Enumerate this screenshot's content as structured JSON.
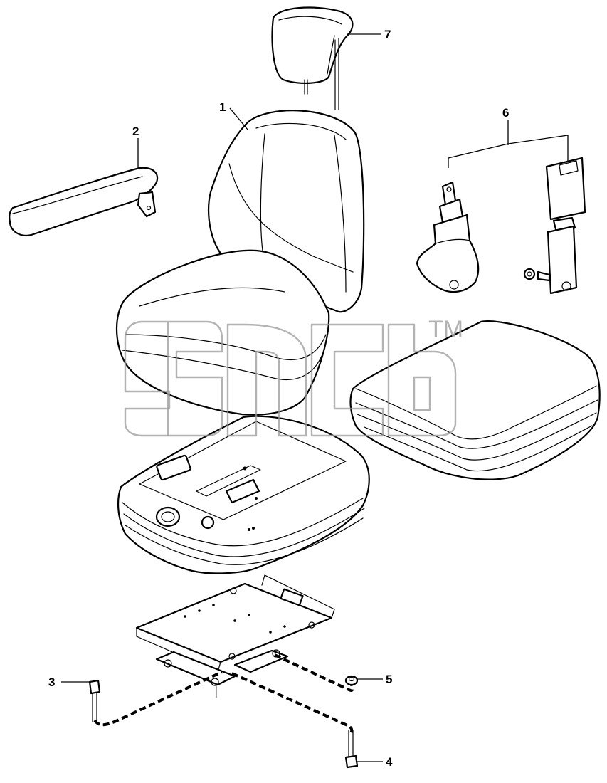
{
  "callouts": [
    {
      "id": "1",
      "label": "1"
    },
    {
      "id": "2",
      "label": "2"
    },
    {
      "id": "3",
      "label": "3"
    },
    {
      "id": "4",
      "label": "4"
    },
    {
      "id": "5",
      "label": "5"
    },
    {
      "id": "6",
      "label": "6"
    },
    {
      "id": "7",
      "label": "7"
    }
  ],
  "watermark": {
    "trademark_symbol": "TM",
    "color": "#9a9a9a"
  },
  "colors": {
    "line": "#000000",
    "background": "#ffffff"
  }
}
